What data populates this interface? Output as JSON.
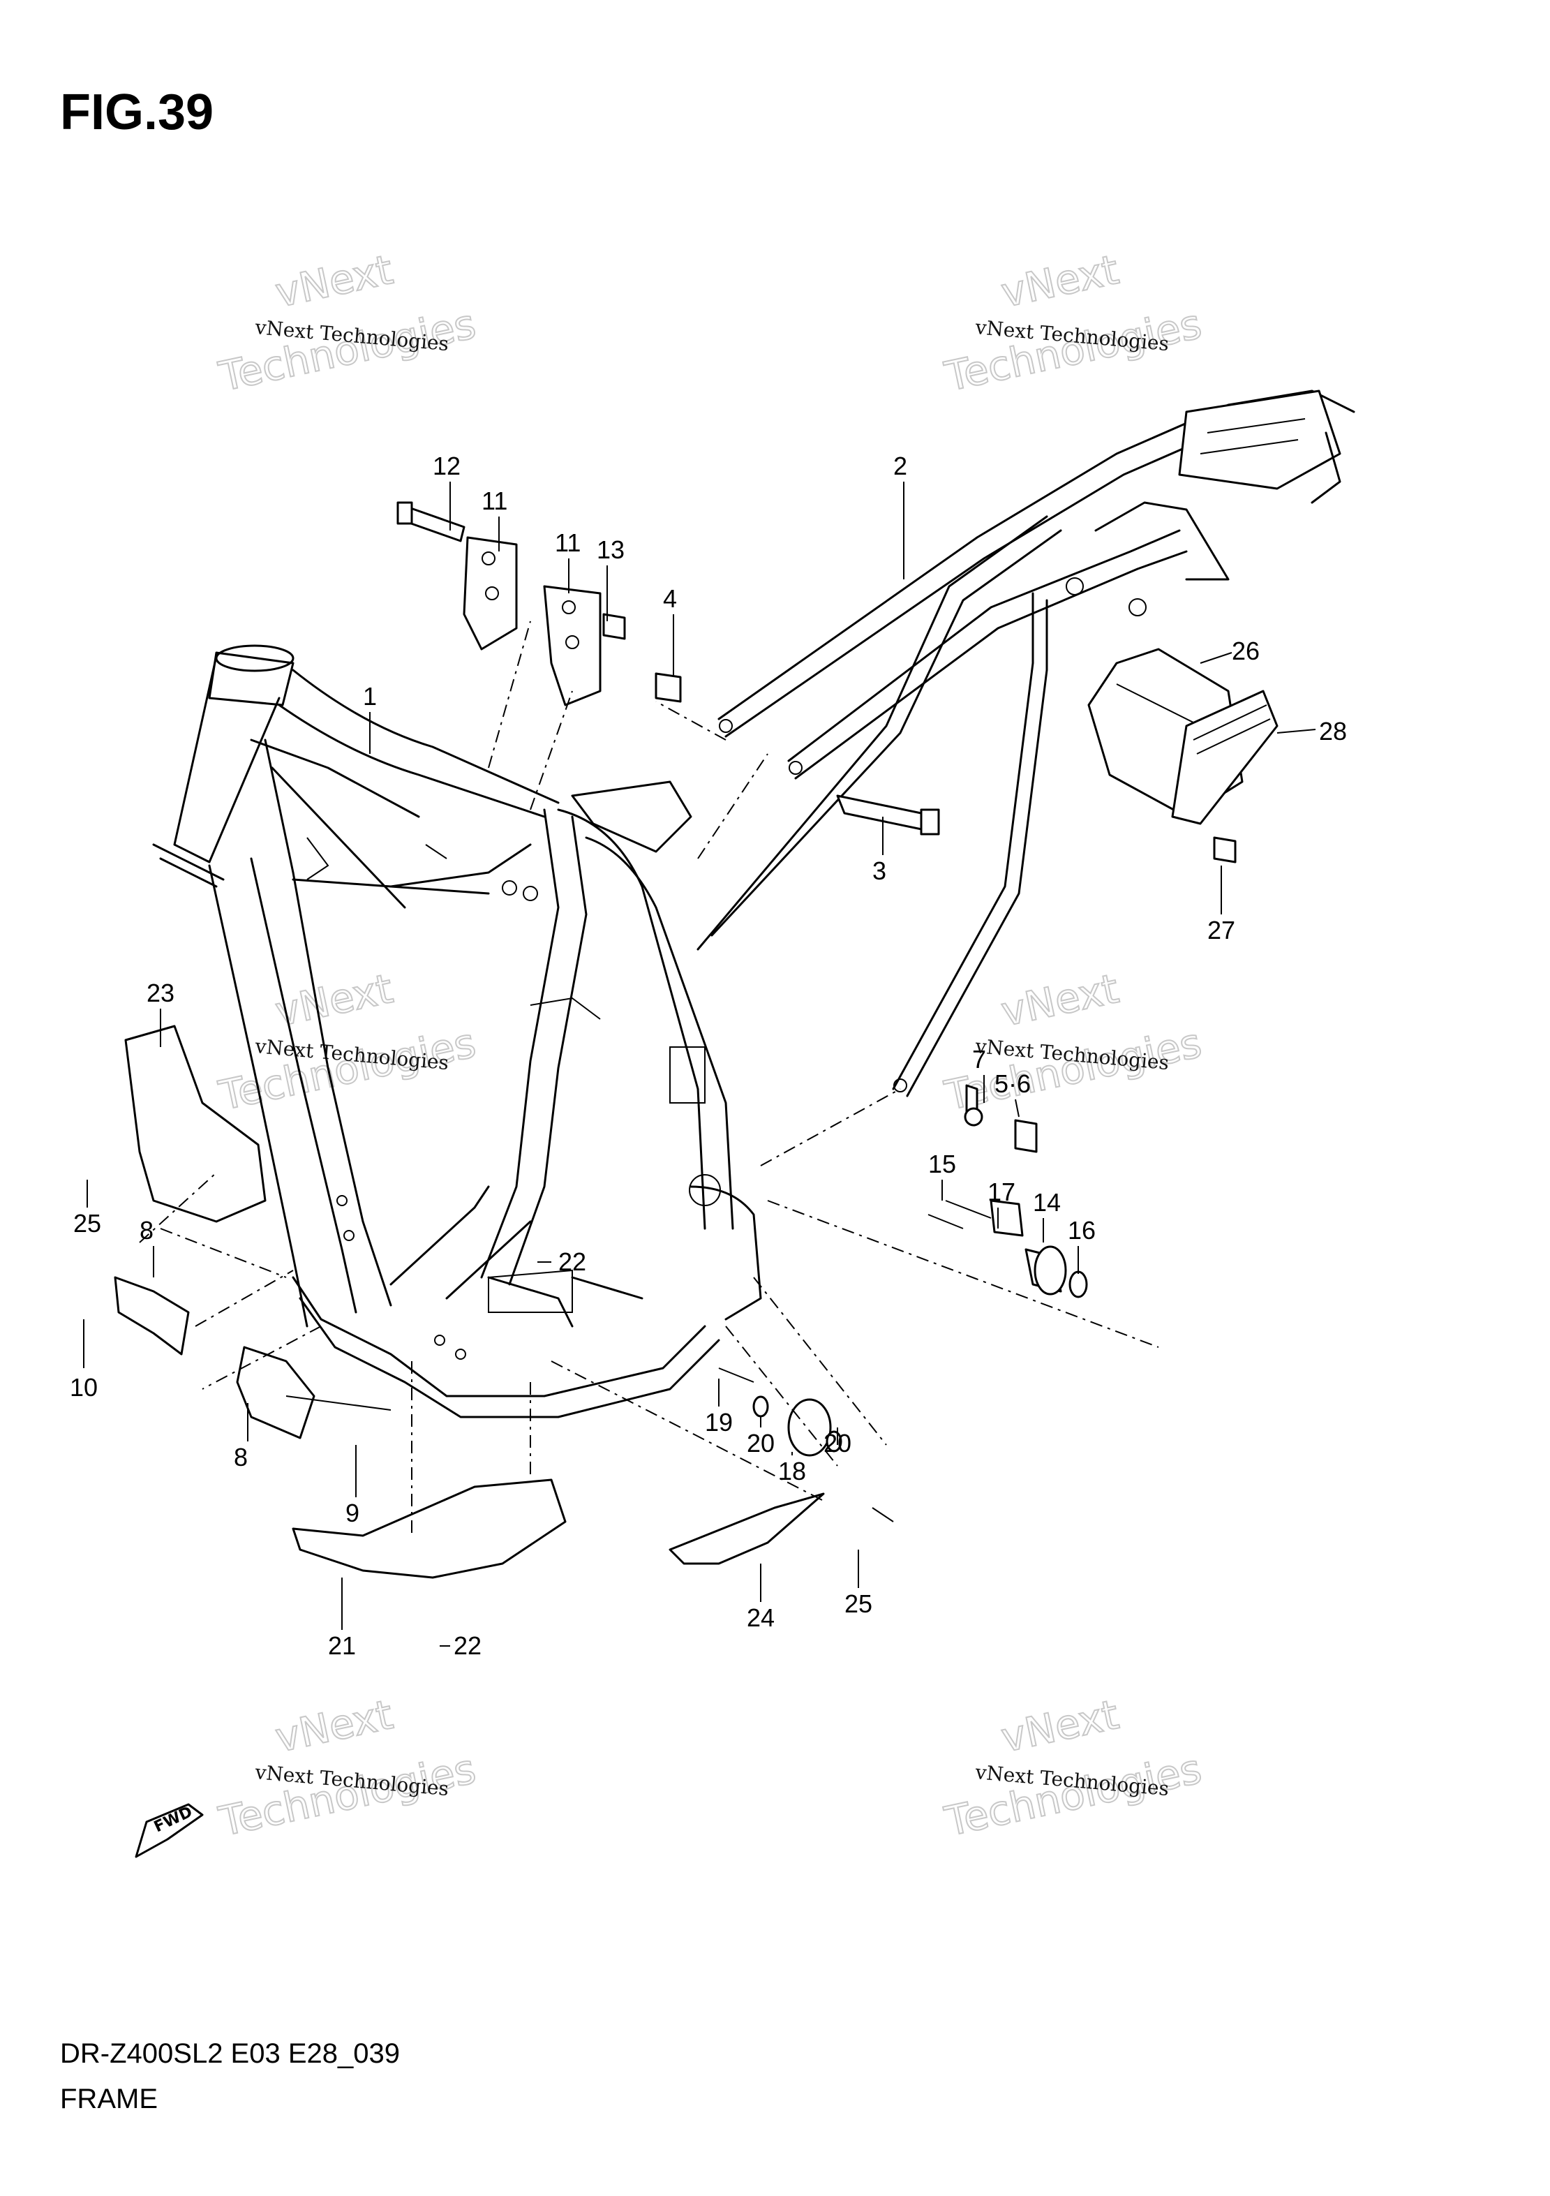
{
  "figure_title": "FIG.39",
  "model_code": "DR-Z400SL2 E03 E28_039",
  "section_name": "FRAME",
  "fwd_label": "FWD",
  "watermark": {
    "big_line1": "vNext",
    "big_line2": "Technologies",
    "small": "vNext Technologies"
  },
  "callouts": [
    {
      "id": "c12",
      "text": "12"
    },
    {
      "id": "c11a",
      "text": "11"
    },
    {
      "id": "c11b",
      "text": "11"
    },
    {
      "id": "c13",
      "text": "13"
    },
    {
      "id": "c4",
      "text": "4"
    },
    {
      "id": "c2",
      "text": "2"
    },
    {
      "id": "c26",
      "text": "26"
    },
    {
      "id": "c28",
      "text": "28"
    },
    {
      "id": "c1",
      "text": "1"
    },
    {
      "id": "c3",
      "text": "3"
    },
    {
      "id": "c27",
      "text": "27"
    },
    {
      "id": "c23",
      "text": "23"
    },
    {
      "id": "c7",
      "text": "7"
    },
    {
      "id": "c56",
      "text": "5·6"
    },
    {
      "id": "c25a",
      "text": "25"
    },
    {
      "id": "c15",
      "text": "15"
    },
    {
      "id": "c17",
      "text": "17"
    },
    {
      "id": "c14",
      "text": "14"
    },
    {
      "id": "c16",
      "text": "16"
    },
    {
      "id": "c8a",
      "text": "8"
    },
    {
      "id": "c22a",
      "text": "22"
    },
    {
      "id": "c10",
      "text": "10"
    },
    {
      "id": "c19",
      "text": "19"
    },
    {
      "id": "c20a",
      "text": "20"
    },
    {
      "id": "c18",
      "text": "18"
    },
    {
      "id": "c20b",
      "text": "20"
    },
    {
      "id": "c8b",
      "text": "8"
    },
    {
      "id": "c9",
      "text": "9"
    },
    {
      "id": "c24",
      "text": "24"
    },
    {
      "id": "c25b",
      "text": "25"
    },
    {
      "id": "c21",
      "text": "21"
    },
    {
      "id": "c22b",
      "text": "22"
    }
  ]
}
